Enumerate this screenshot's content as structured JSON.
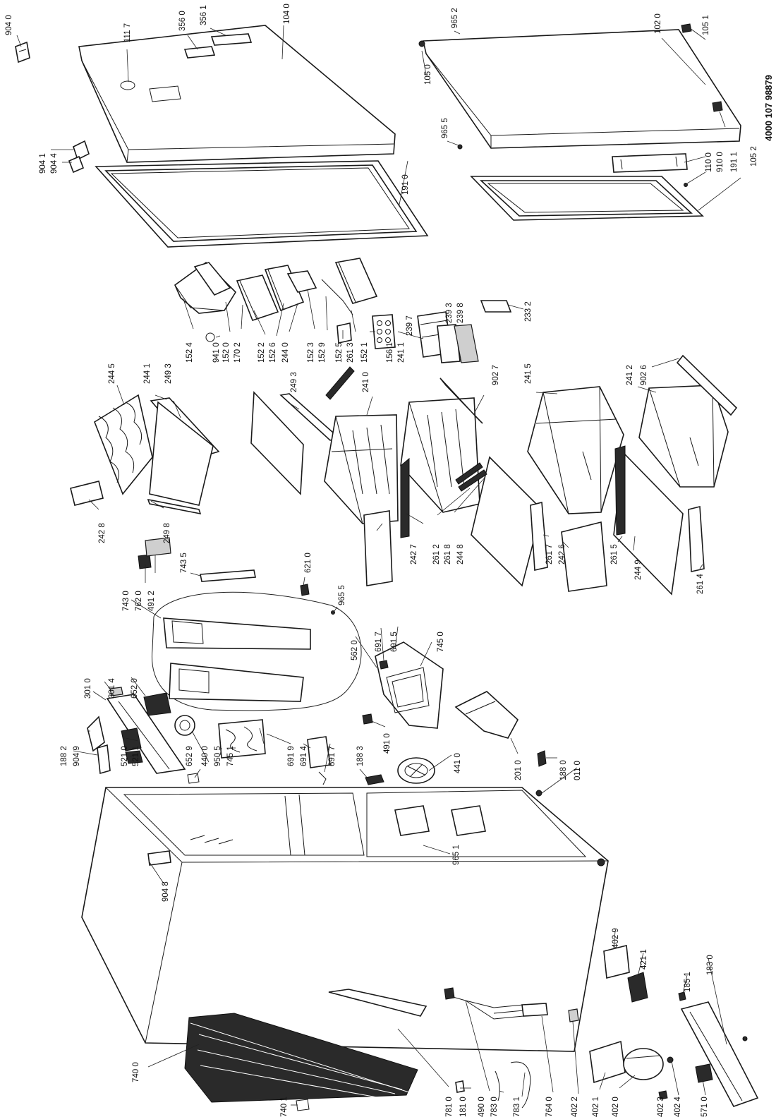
{
  "document_number": "4000 107 98879",
  "callouts": [
    "904 0",
    "111 7",
    "356 0",
    "356 1",
    "104 0",
    "965 2",
    "102 0",
    "105 1",
    "105 0",
    "965 5",
    "105 2",
    "904 1",
    "904 4",
    "191 0",
    "110 0",
    "910 0",
    "191 1",
    "152 4",
    "941 0",
    "152 0",
    "170 2",
    "152 2",
    "152 6",
    "244 0",
    "152 3",
    "152 9",
    "152 5",
    "261 3",
    "152 1",
    "156 1",
    "241 1",
    "239 7",
    "239 3",
    "239 8",
    "233 2",
    "244 5",
    "244 1",
    "249 3",
    "249 3",
    "241 0",
    "902 7",
    "241 5",
    "241 2",
    "902 6",
    "242 8",
    "249 8",
    "743 5",
    "621 0",
    "965 5",
    "242 7",
    "261 2",
    "261 8",
    "244 8",
    "261 7",
    "242 6",
    "261 5",
    "244 9",
    "261 4",
    "743 0",
    "762 0",
    "491 2",
    "301 0",
    "301 4",
    "652 0",
    "562 0",
    "691 7",
    "691 5",
    "745 0",
    "188 2",
    "904 9",
    "521 0",
    "521 1",
    "652 9",
    "440 0",
    "950 5",
    "745 1",
    "691 9",
    "691 4",
    "691 7",
    "188 3",
    "491 0",
    "441 0",
    "201 0",
    "188 0",
    "011 0",
    "904 8",
    "965 1",
    "402 9",
    "421 1",
    "185 1",
    "183 0",
    "740 0",
    "740 1",
    "781 0",
    "181 0",
    "490 0",
    "783 0",
    "783 1",
    "764 0",
    "402 2",
    "402 1",
    "402 0",
    "402 3",
    "402 4",
    "571 0"
  ]
}
